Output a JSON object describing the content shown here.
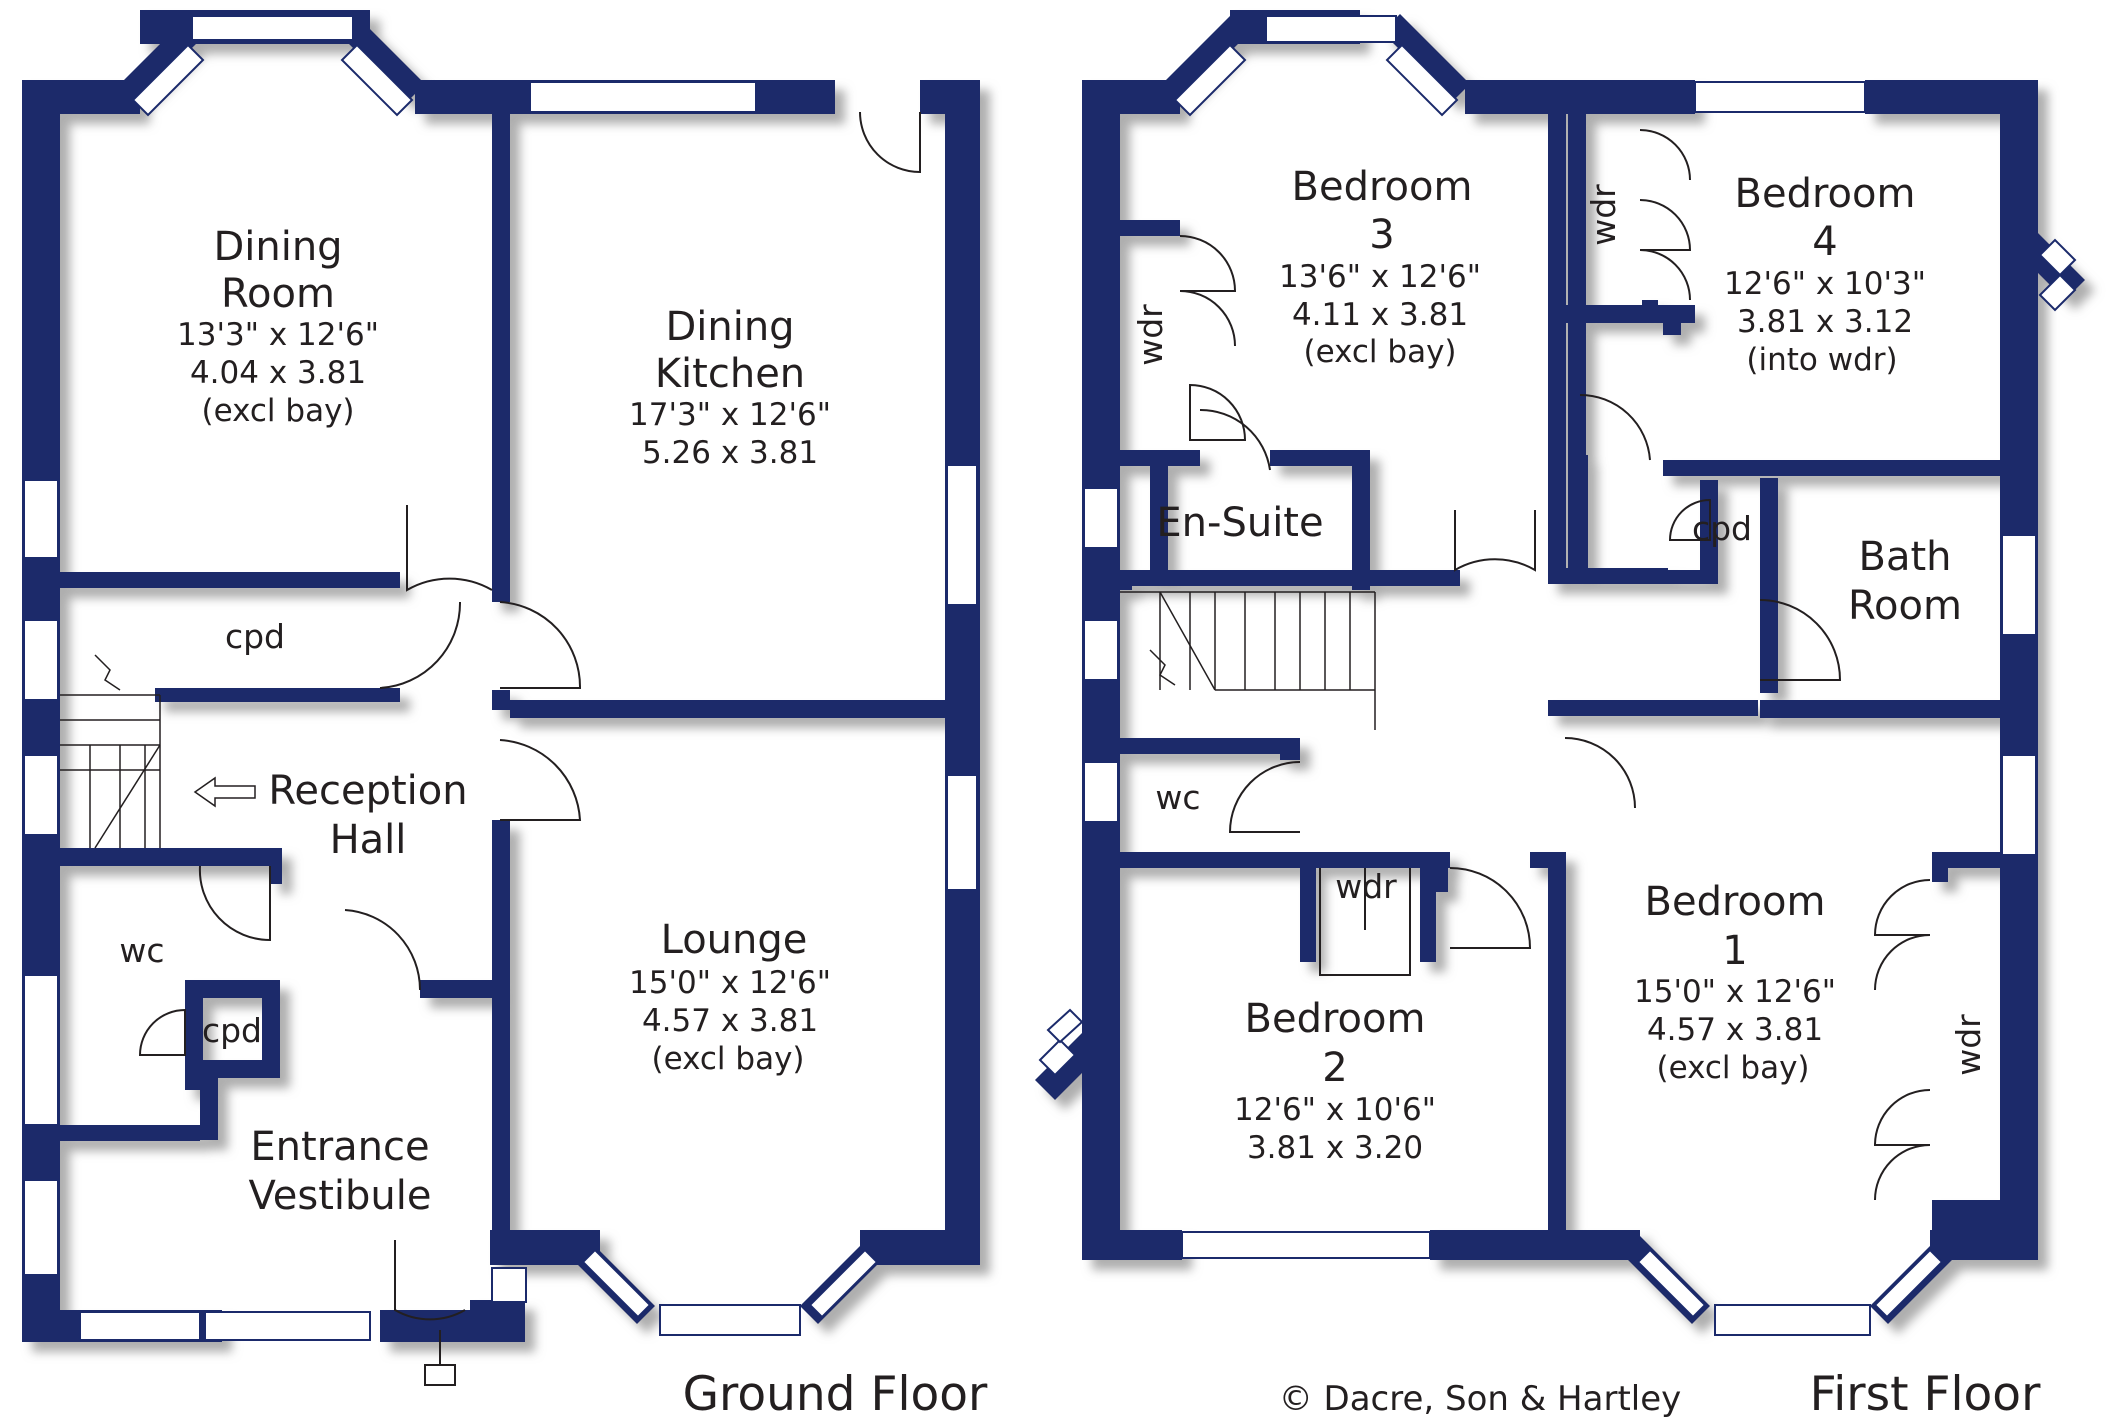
{
  "plan": {
    "wall_color": "#1b2a6b",
    "shadow_color": "#9a9a9a",
    "text_color": "#231f20",
    "copyright": "© Dacre, Son & Hartley"
  },
  "ground": {
    "floor_label": "Ground Floor",
    "rooms": {
      "dining_room": {
        "name1": "Dining",
        "name2": "Room",
        "imperial": "13'3\"  x  12'6\"",
        "metric": "4.04  x  3.81",
        "note": "(excl bay)"
      },
      "dining_kitchen": {
        "name1": "Dining",
        "name2": "Kitchen",
        "imperial": "17'3\"  x  12'6\"",
        "metric": "5.26  x  3.81"
      },
      "reception_hall": {
        "name1": "Reception",
        "name2": "Hall"
      },
      "lounge": {
        "name": "Lounge",
        "imperial": "15'0\"  x  12'6\"",
        "metric": "4.57  x  3.81",
        "note": "(excl bay)"
      },
      "entrance_vestibule": {
        "name1": "Entrance",
        "name2": "Vestibule"
      },
      "wc": "wc",
      "cpd_hall": "cpd",
      "cpd_wc": "cpd"
    }
  },
  "first": {
    "floor_label": "First Floor",
    "rooms": {
      "bedroom3": {
        "name1": "Bedroom",
        "name2": "3",
        "imperial": "13'6\"  x  12'6\"",
        "metric": "4.11  x  3.81",
        "note": "(excl bay)"
      },
      "bedroom4": {
        "name1": "Bedroom",
        "name2": "4",
        "imperial": "12'6\"  x  10'3\"",
        "metric": "3.81  x  3.12",
        "note": "(into wdr)"
      },
      "ensuite": "En-Suite",
      "bathroom": {
        "name1": "Bath",
        "name2": "Room"
      },
      "cpd": "cpd",
      "wc": "wc",
      "bedroom2": {
        "name1": "Bedroom",
        "name2": "2",
        "imperial": "12'6\"  x  10'6\"",
        "metric": "3.81  x  3.20"
      },
      "bedroom1": {
        "name1": "Bedroom",
        "name2": "1",
        "imperial": "15'0\"  x  12'6\"",
        "metric": "4.57  x  3.81",
        "note": "(excl bay)"
      },
      "wdr_bed2": "wdr",
      "wdr_bed3": "wdr",
      "wdr_bed4": "wdr",
      "wdr_bed1": "wdr"
    }
  }
}
